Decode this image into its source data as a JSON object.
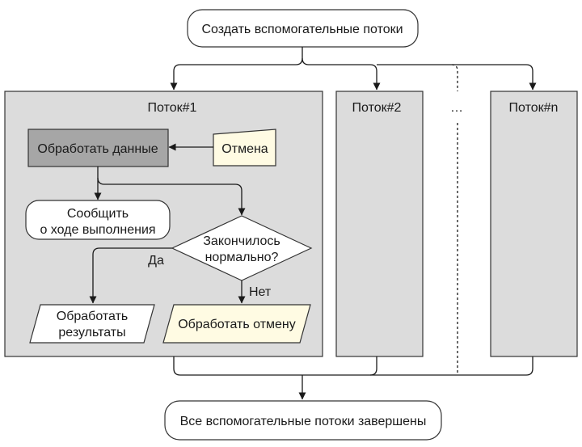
{
  "diagram": {
    "start_label": "Создать вспомогательные потоки",
    "end_label": "Все вспомогательные потоки завершены",
    "threads": {
      "t1": "Поток#1",
      "t2": "Поток#2",
      "ellipsis": "…",
      "tn": "Поток#n"
    },
    "process_data": "Обработать данные",
    "cancel": "Отмена",
    "report_line1": "Сообщить",
    "report_line2": "о ходе выполнения",
    "decision_line1": "Закончилось",
    "decision_line2": "нормально?",
    "yes": "Да",
    "no": "Нет",
    "process_results_line1": "Обработать",
    "process_results_line2": "результаты",
    "process_cancel": "Обработать отмену"
  },
  "colors": {
    "panel_fill": "#dcdcdc",
    "process_fill": "#a6a6a6",
    "terminal_fill": "#ffffff",
    "cancel_fill": "#fffbe3",
    "process_cancel_fill": "#fffbe3",
    "line": "#1a1a1a"
  }
}
